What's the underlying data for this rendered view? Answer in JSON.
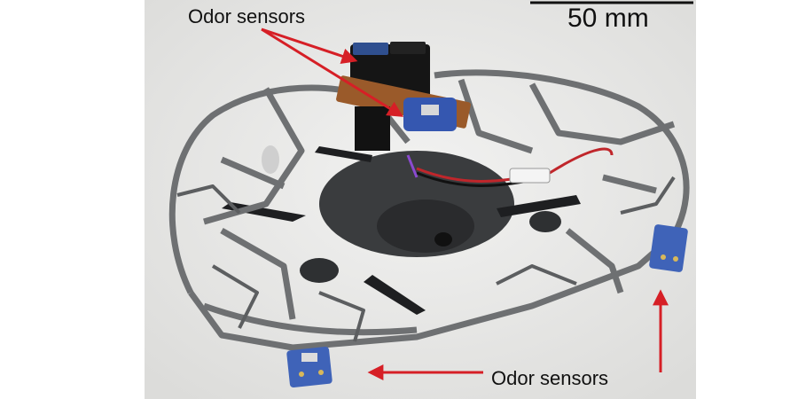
{
  "figure": {
    "scale_bar_label": "50 mm",
    "label_top": "Odor sensors",
    "label_bottom": "Odor sensors",
    "annotation_color": "#d61f26"
  },
  "photo": {
    "subject_icon": "drone-with-cage-icon",
    "cage_color": "#6e7072",
    "background_color": "#e7e7e5"
  }
}
